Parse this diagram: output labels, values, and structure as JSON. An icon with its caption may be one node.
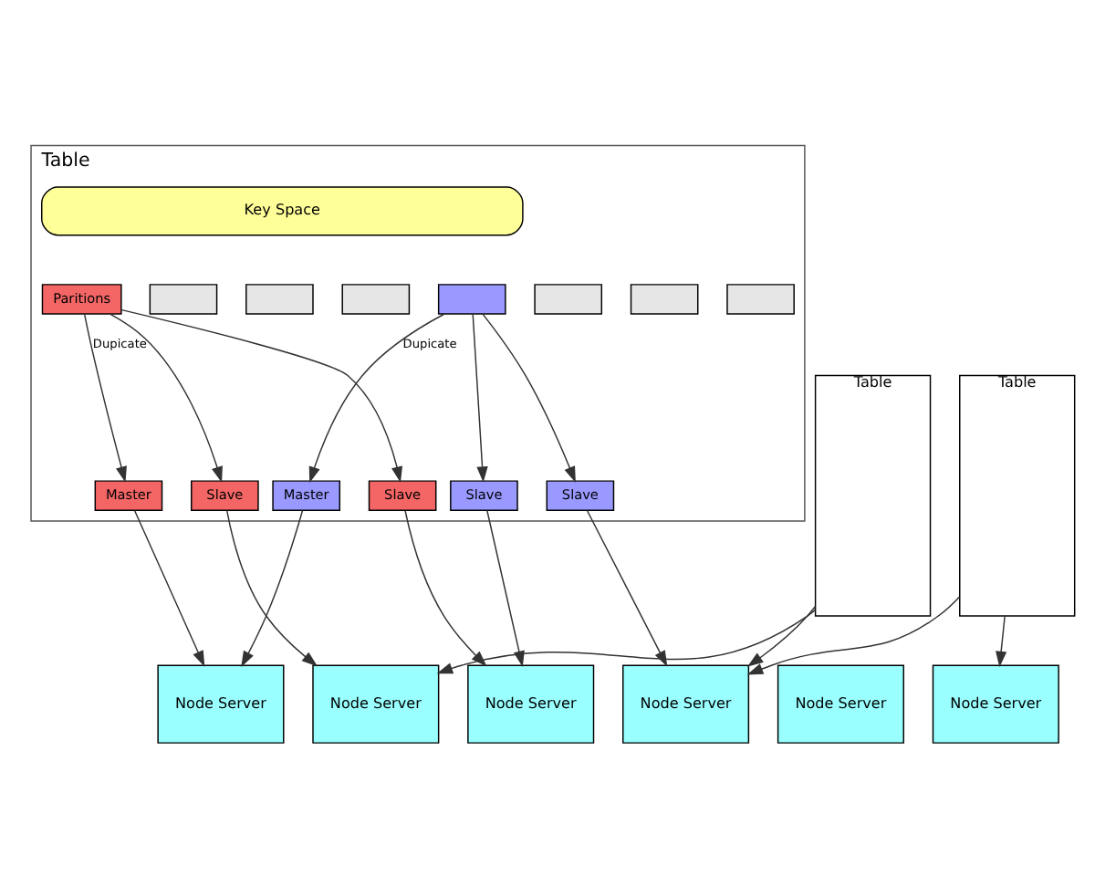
{
  "diagram": {
    "nodes": [
      {
        "text": [
          "Table"
        ]
      },
      {
        "text": [
          "Key Space"
        ],
        "in": 0
      },
      {
        "text": [
          "Paritions"
        ],
        "in": 0
      },
      {
        "text": [],
        "shape": "box",
        "in": 0
      },
      {
        "text": [],
        "shape": "box",
        "in": 0
      },
      {
        "text": [],
        "shape": "box",
        "in": 0
      },
      {
        "text": [],
        "shape": "box",
        "in": 0
      },
      {
        "text": [],
        "shape": "box",
        "in": 0
      },
      {
        "text": [],
        "shape": "box",
        "in": 0
      },
      {
        "text": [],
        "shape": "box",
        "in": 0
      },
      {
        "text": [
          "Master"
        ],
        "in": 0
      },
      {
        "text": [
          "Slave"
        ],
        "in": 0
      },
      {
        "text": [
          "Slave"
        ],
        "in": 0
      },
      {
        "text": [
          "Master"
        ],
        "in": 0
      },
      {
        "text": [
          "Slave"
        ],
        "in": 0
      },
      {
        "text": [
          "Slave"
        ],
        "in": 0
      },
      {
        "text": [
          "Table"
        ]
      },
      {
        "text": [
          "Table"
        ]
      },
      {
        "text": [
          "Node Server"
        ]
      },
      {
        "text": [
          "Node Server"
        ]
      },
      {
        "text": [
          "Node Server"
        ]
      },
      {
        "text": [
          "Node Server"
        ]
      },
      {
        "text": [
          "Node Server"
        ]
      },
      {
        "text": [
          "Node Server"
        ]
      }
    ],
    "edges": [
      {
        "from": 2,
        "to": 10,
        "arrow": "to",
        "label": "Dupicate"
      },
      {
        "from": 2,
        "to": 11,
        "arrow": "to"
      },
      {
        "from": 2,
        "to": 12,
        "arrow": "to"
      },
      {
        "from": 6,
        "to": 13,
        "arrow": "to",
        "label": "Dupicate"
      },
      {
        "from": 6,
        "to": 14,
        "arrow": "to"
      },
      {
        "from": 6,
        "to": 15,
        "arrow": "to"
      },
      {
        "from": 10,
        "to": 18,
        "arrow": "to"
      },
      {
        "from": 13,
        "to": 18,
        "arrow": "to"
      },
      {
        "from": 11,
        "to": 19,
        "arrow": "to"
      },
      {
        "from": 16,
        "to": 19,
        "arrow": "to"
      },
      {
        "from": 12,
        "to": 20,
        "arrow": "to"
      },
      {
        "from": 14,
        "to": 20,
        "arrow": "to"
      },
      {
        "from": 15,
        "to": 21,
        "arrow": "to"
      },
      {
        "from": 16,
        "to": 21,
        "arrow": "to"
      },
      {
        "from": 17,
        "to": 21,
        "arrow": "to"
      },
      {
        "from": 17,
        "to": 23,
        "arrow": "to"
      }
    ]
  }
}
